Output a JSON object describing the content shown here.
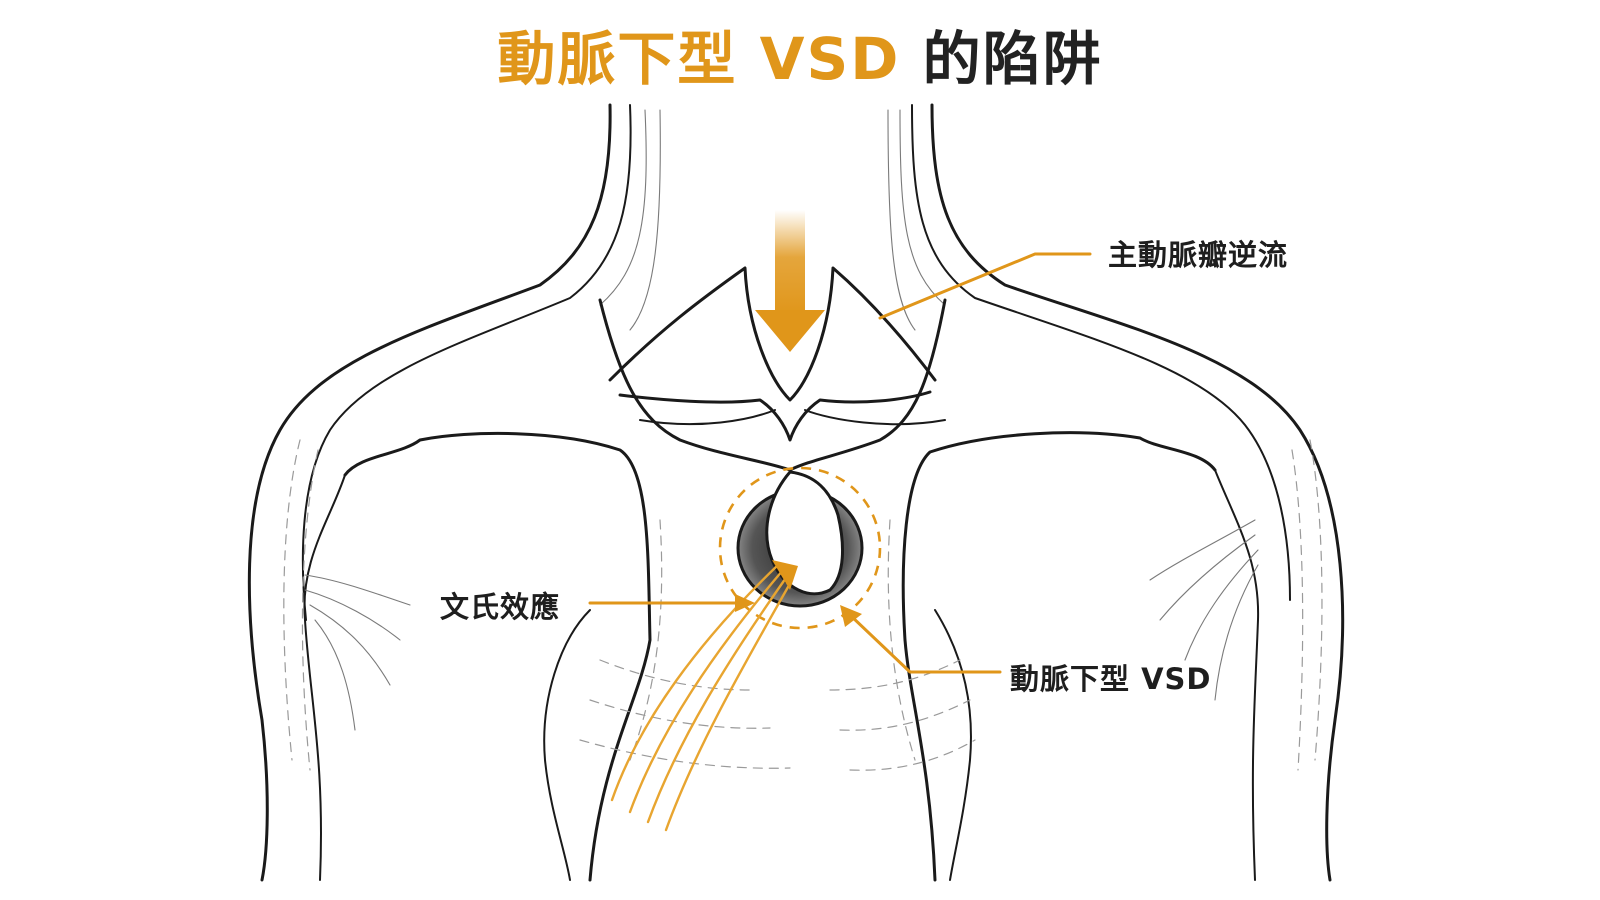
{
  "title": {
    "highlight": "動脈下型 VSD",
    "rest": "的陷阱"
  },
  "labels": {
    "aortic_regurgitation": "主動脈瓣逆流",
    "venturi_effect": "文氏效應",
    "subarterial_vsd": "動脈下型 VSD"
  },
  "colors": {
    "accent": "#E0961A",
    "ink": "#1a1a1a",
    "title_dark": "#222222"
  }
}
